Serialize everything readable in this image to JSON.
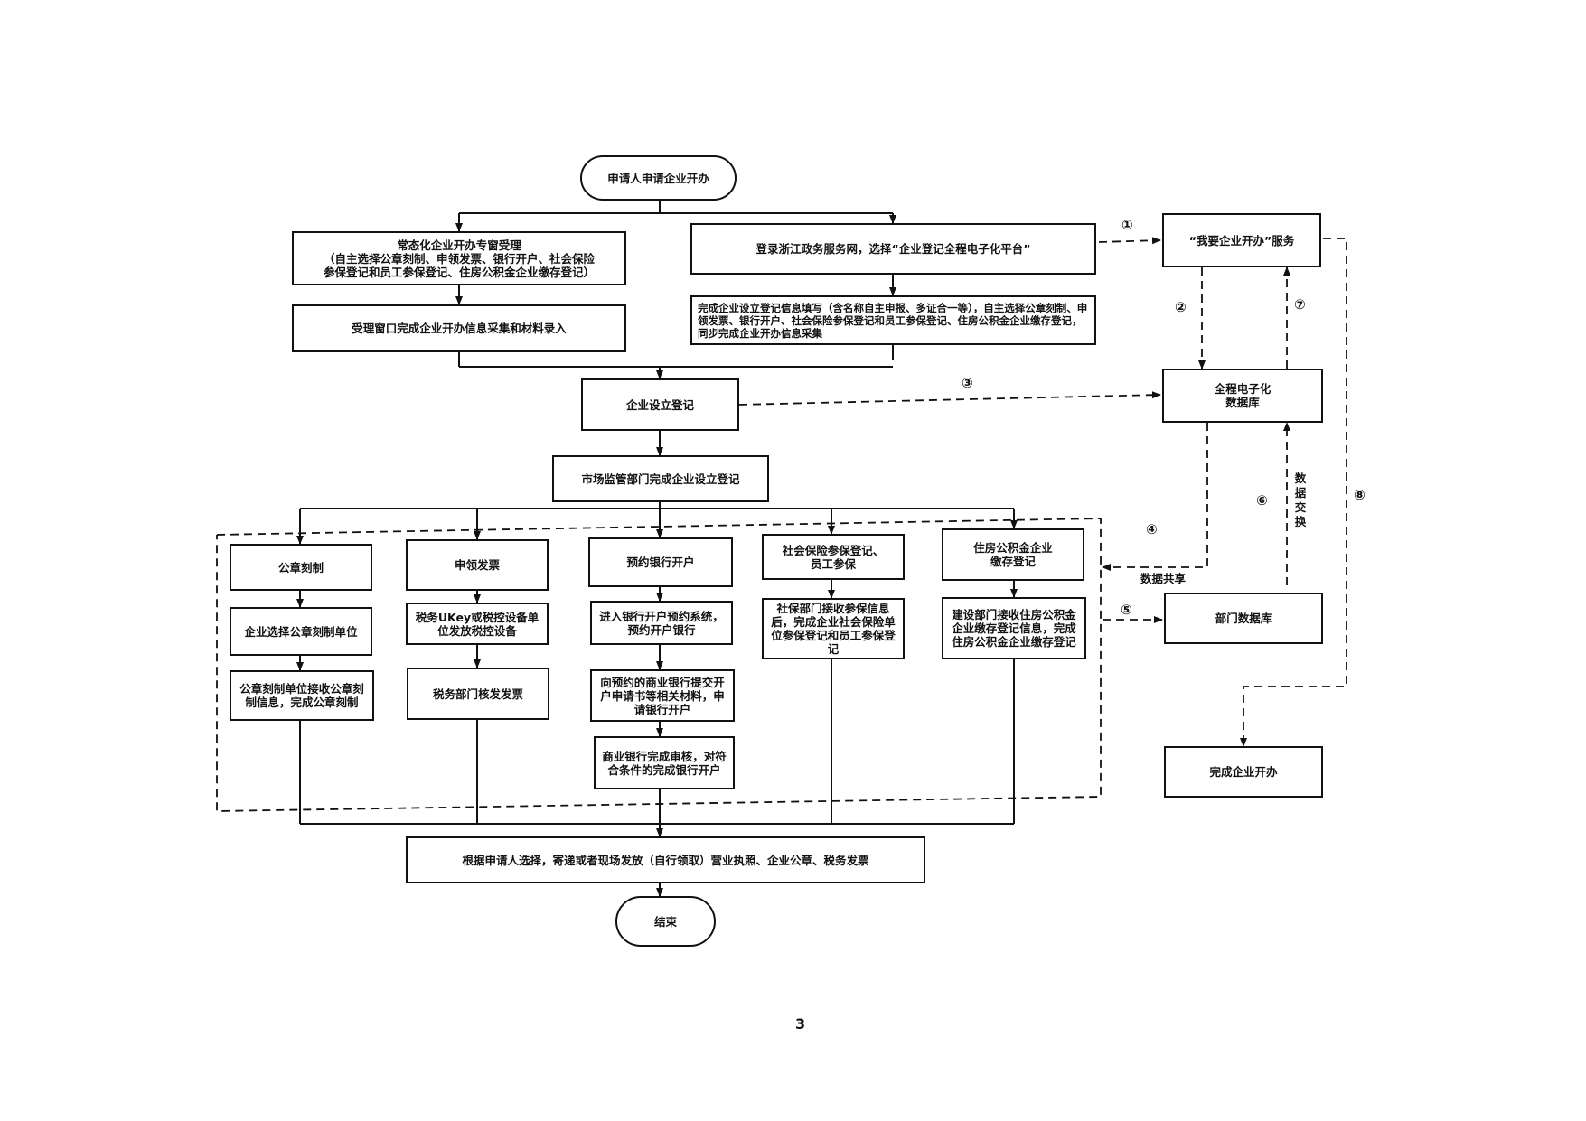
{
  "nodes": {
    "start": "申请人申请企业开办",
    "window_title": "常态化企业开办专窗受理",
    "window_detail_1": "（自主选择公章刻制、申领发票、银行开户、社会保险",
    "window_detail_2": "参保登记和员工参保登记、住房公积金企业缴存登记）",
    "login": "登录浙江政务服务网，选择“企业登记全程电子化平台”",
    "service": "“我要企业开办”服务",
    "window_input": "受理窗口完成企业开办信息采集和材料录入",
    "online_fill": "完成企业设立登记信息填写（含名称自主申报、多证合一等），自主选择公章刻制、申领发票、银行开户、社会保险参保登记和员工参保登记、住房公积金企业缴存登记，同步完成企业开办信息采集",
    "registration": "企业设立登记",
    "database_1": "全程电子化",
    "database_2": "数据库",
    "market_reg": "市场监管部门完成企业设立登记",
    "seal": "公章刻制",
    "invoice": "申领发票",
    "bank": "预约银行开户",
    "social_1": "社会保险参保登记、",
    "social_2": "员工参保",
    "housing_1": "住房公积金企业",
    "housing_2": "缴存登记",
    "seal_2": "企业选择公章刻制单位",
    "invoice_2": "税务UKey或税控设备单位发放税控设备",
    "bank_2": "进入银行开户预约系统，预约开户银行",
    "social_2_box": "社保部门接收参保信息后，完成企业社会保险单位参保登记和员工参保登记",
    "housing_2_box": "建设部门接收住房公积金企业缴存登记信息，完成住房公积金企业缴存登记",
    "dept_db": "部门数据库",
    "seal_3": "公章刻制单位接收公章刻制信息，完成公章刻制",
    "invoice_3": "税务部门核发发票",
    "bank_3": "向预约的商业银行提交开户申请书等相关材料，申请银行开户",
    "bank_4": "商业银行完成审核，对符合条件的完成银行开户",
    "complete": "完成企业开办",
    "deliver": "根据申请人选择，寄递或者现场发放（自行领取）营业执照、企业公章、税务发票",
    "end": "结束"
  },
  "labels": {
    "data_share": "数据共享",
    "data_exchange": "数据交换"
  },
  "markers": [
    "①",
    "②",
    "③",
    "④",
    "⑤",
    "⑥",
    "⑦",
    "⑧"
  ],
  "page_number": "3"
}
